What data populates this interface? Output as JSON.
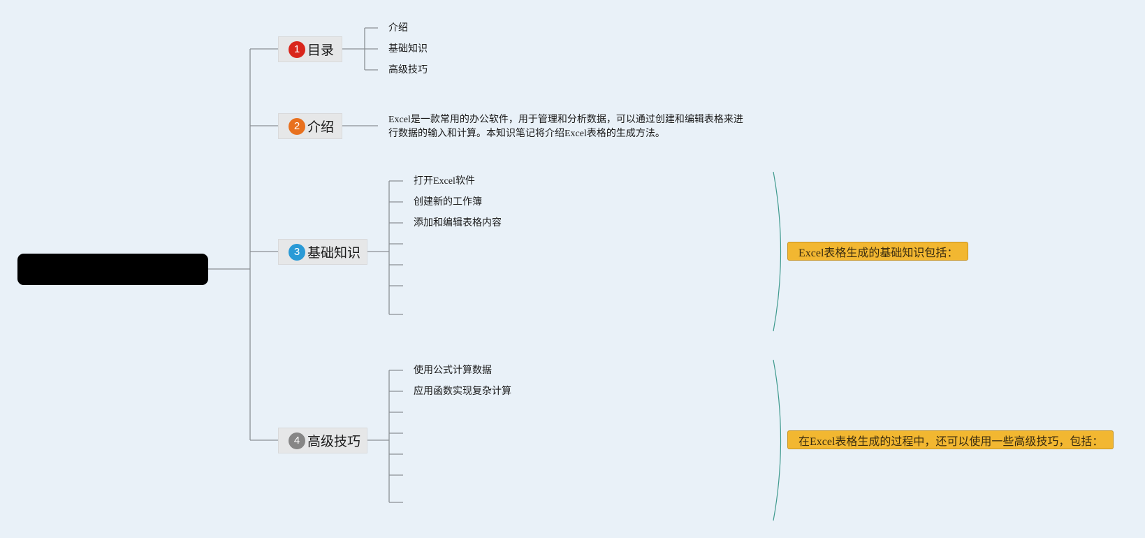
{
  "root": {
    "label": ""
  },
  "topics": [
    {
      "number": "1",
      "label": "目录",
      "badge_color": "#d9261c"
    },
    {
      "number": "2",
      "label": "介绍",
      "badge_color": "#e8701e"
    },
    {
      "number": "3",
      "label": "基础知识",
      "badge_color": "#2a9ad6"
    },
    {
      "number": "4",
      "label": "高级技巧",
      "badge_color": "#868686"
    }
  ],
  "toc_items": [
    "介绍",
    "基础知识",
    "高级技巧"
  ],
  "intro_text": "Excel是一款常用的办公软件，用于管理和分析数据，可以通过创建和编辑表格来进行数据的输入和计算。本知识笔记将介绍Excel表格的生成方法。",
  "basics_items": [
    "打开Excel软件",
    "创建新的工作簿",
    "添加和编辑表格内容"
  ],
  "advanced_items": [
    "使用公式计算数据",
    "应用函数实现复杂计算"
  ],
  "summaries": {
    "basics": "Excel表格生成的基础知识包括：",
    "advanced": "在Excel表格生成的过程中，还可以使用一些高级技巧，包括："
  },
  "colors": {
    "background": "#e9f1f8",
    "connector": "#8a8f94",
    "brace": "#3f9a8e",
    "summary_fill": "#f2b731"
  }
}
